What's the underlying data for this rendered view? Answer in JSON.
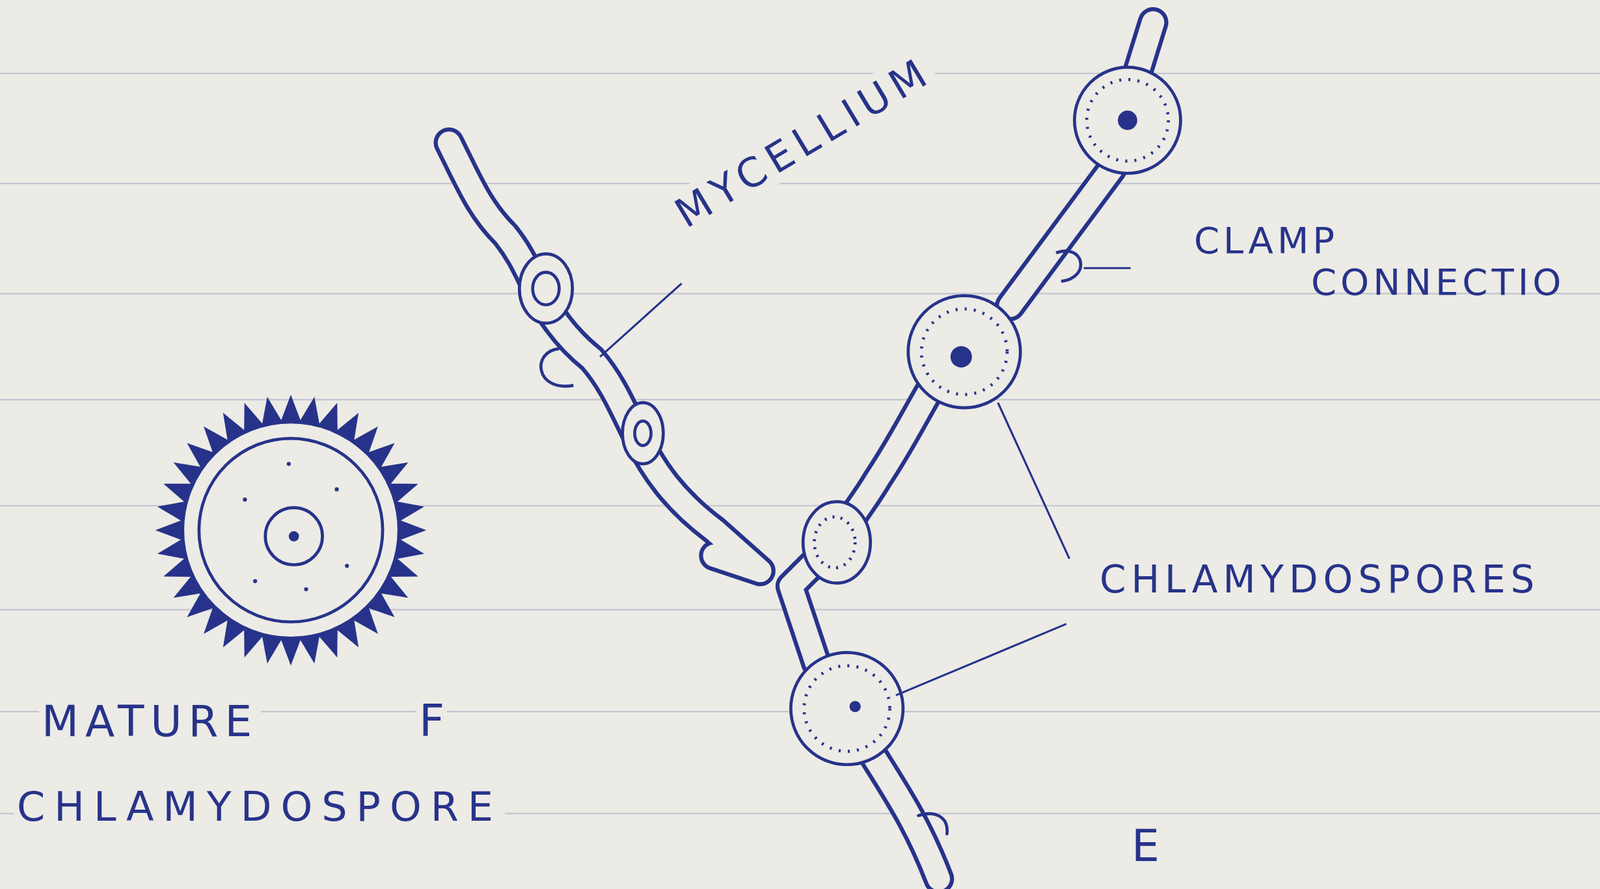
{
  "diagram": {
    "labels": [
      "MYCELLIUM",
      "CLAMP CONNECTIO",
      "CHLAMYDOSPORES",
      "MATURE",
      "F",
      "CHLAMYDOSPORE",
      "E"
    ]
  }
}
